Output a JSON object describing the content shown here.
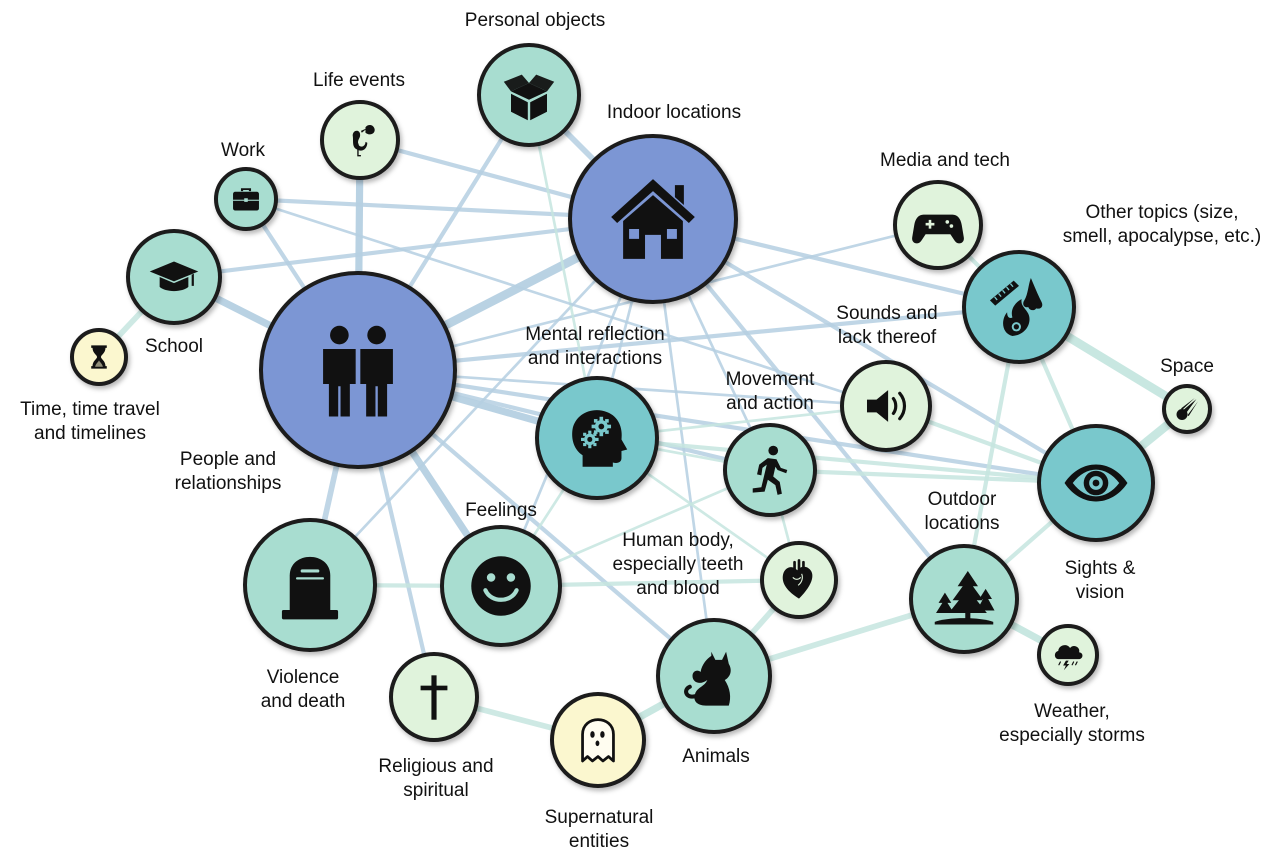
{
  "palette": {
    "blue": "#7b96d4",
    "teal": "#79c8cc",
    "mint": "#a8ddd0",
    "pale": "#e0f3dc",
    "cream": "#fbf7cf",
    "link_blue": "#b6d0e2",
    "link_teal": "#c6e6e0"
  },
  "nodes": [
    {
      "id": "people",
      "icon": "couple-icon",
      "color": "blue",
      "label": [
        "People and",
        "relationships"
      ]
    },
    {
      "id": "indoor",
      "icon": "house-icon",
      "color": "blue",
      "label": [
        "Indoor locations"
      ]
    },
    {
      "id": "personal",
      "icon": "box-icon",
      "color": "mint",
      "label": [
        "Personal objects"
      ]
    },
    {
      "id": "life",
      "icon": "stork-icon",
      "color": "pale",
      "label": [
        "Life events"
      ]
    },
    {
      "id": "work",
      "icon": "briefcase-icon",
      "color": "mint",
      "label": [
        "Work"
      ]
    },
    {
      "id": "school",
      "icon": "graduation-cap-icon",
      "color": "mint",
      "label": [
        "School"
      ]
    },
    {
      "id": "time",
      "icon": "hourglass-icon",
      "color": "cream",
      "label": [
        "Time, time travel",
        "and timelines"
      ]
    },
    {
      "id": "mental",
      "icon": "head-gears-icon",
      "color": "teal",
      "label": [
        "Mental reflection",
        "and interactions"
      ]
    },
    {
      "id": "media",
      "icon": "gamepad-icon",
      "color": "pale",
      "label": [
        "Media and tech"
      ]
    },
    {
      "id": "other",
      "icon": "ruler-nose-fire-icon",
      "color": "teal",
      "label": [
        "Other topics (size,",
        "smell, apocalypse, etc.)"
      ]
    },
    {
      "id": "sounds",
      "icon": "speaker-icon",
      "color": "pale",
      "label": [
        "Sounds and",
        "lack thereof"
      ]
    },
    {
      "id": "space",
      "icon": "comet-icon",
      "color": "pale",
      "label": [
        "Space"
      ]
    },
    {
      "id": "movement",
      "icon": "walking-person-icon",
      "color": "mint",
      "label": [
        "Movement",
        "and action"
      ]
    },
    {
      "id": "sights",
      "icon": "eye-icon",
      "color": "teal",
      "label": [
        "Sights &",
        "vision"
      ]
    },
    {
      "id": "feelings",
      "icon": "smiley-icon",
      "color": "mint",
      "label": [
        "Feelings"
      ]
    },
    {
      "id": "violence",
      "icon": "tombstone-icon",
      "color": "mint",
      "label": [
        "Violence",
        "and death"
      ]
    },
    {
      "id": "body",
      "icon": "heart-icon",
      "color": "pale",
      "label": [
        "Human body,",
        "especially teeth",
        "and blood"
      ]
    },
    {
      "id": "outdoor",
      "icon": "trees-icon",
      "color": "mint",
      "label": [
        "Outdoor",
        "locations"
      ]
    },
    {
      "id": "weather",
      "icon": "storm-cloud-icon",
      "color": "pale",
      "label": [
        "Weather,",
        "especially storms"
      ]
    },
    {
      "id": "animals",
      "icon": "cat-icon",
      "color": "mint",
      "label": [
        "Animals"
      ]
    },
    {
      "id": "religious",
      "icon": "cross-icon",
      "color": "pale",
      "label": [
        "Religious and",
        "spiritual"
      ]
    },
    {
      "id": "supernatural",
      "icon": "ghost-icon",
      "color": "cream",
      "label": [
        "Supernatural",
        "entities"
      ]
    }
  ],
  "links": [
    {
      "a": "people",
      "b": "indoor",
      "tone": "blue",
      "strength": 5
    },
    {
      "a": "people",
      "b": "life",
      "tone": "blue",
      "strength": 4
    },
    {
      "a": "people",
      "b": "school",
      "tone": "blue",
      "strength": 4
    },
    {
      "a": "people",
      "b": "mental",
      "tone": "blue",
      "strength": 4
    },
    {
      "a": "people",
      "b": "feelings",
      "tone": "blue",
      "strength": 4
    },
    {
      "a": "people",
      "b": "violence",
      "tone": "blue",
      "strength": 3
    },
    {
      "a": "people",
      "b": "work",
      "tone": "blue",
      "strength": 2
    },
    {
      "a": "people",
      "b": "personal",
      "tone": "blue",
      "strength": 2
    },
    {
      "a": "people",
      "b": "religious",
      "tone": "blue",
      "strength": 2
    },
    {
      "a": "people",
      "b": "animals",
      "tone": "blue",
      "strength": 2
    },
    {
      "a": "people",
      "b": "sights",
      "tone": "blue",
      "strength": 2
    },
    {
      "a": "people",
      "b": "other",
      "tone": "blue",
      "strength": 2
    },
    {
      "a": "people",
      "b": "movement",
      "tone": "blue",
      "strength": 2
    },
    {
      "a": "people",
      "b": "media",
      "tone": "blue",
      "strength": 1
    },
    {
      "a": "people",
      "b": "sounds",
      "tone": "blue",
      "strength": 1
    },
    {
      "a": "indoor",
      "b": "school",
      "tone": "blue",
      "strength": 2
    },
    {
      "a": "indoor",
      "b": "work",
      "tone": "blue",
      "strength": 2
    },
    {
      "a": "indoor",
      "b": "life",
      "tone": "blue",
      "strength": 2
    },
    {
      "a": "indoor",
      "b": "personal",
      "tone": "blue",
      "strength": 3
    },
    {
      "a": "indoor",
      "b": "sights",
      "tone": "blue",
      "strength": 2
    },
    {
      "a": "indoor",
      "b": "other",
      "tone": "blue",
      "strength": 2
    },
    {
      "a": "indoor",
      "b": "outdoor",
      "tone": "blue",
      "strength": 2
    },
    {
      "a": "indoor",
      "b": "animals",
      "tone": "blue",
      "strength": 1
    },
    {
      "a": "indoor",
      "b": "feelings",
      "tone": "blue",
      "strength": 1
    },
    {
      "a": "indoor",
      "b": "violence",
      "tone": "blue",
      "strength": 1
    },
    {
      "a": "indoor",
      "b": "mental",
      "tone": "blue",
      "strength": 1
    },
    {
      "a": "indoor",
      "b": "movement",
      "tone": "blue",
      "strength": 1
    },
    {
      "a": "personal",
      "b": "mental",
      "tone": "teal",
      "strength": 1
    },
    {
      "a": "work",
      "b": "sounds",
      "tone": "blue",
      "strength": 1
    },
    {
      "a": "mental",
      "b": "sights",
      "tone": "teal",
      "strength": 2
    },
    {
      "a": "mental",
      "b": "sounds",
      "tone": "teal",
      "strength": 1
    },
    {
      "a": "mental",
      "b": "movement",
      "tone": "teal",
      "strength": 1
    },
    {
      "a": "mental",
      "b": "feelings",
      "tone": "teal",
      "strength": 1
    },
    {
      "a": "mental",
      "b": "body",
      "tone": "teal",
      "strength": 1
    },
    {
      "a": "movement",
      "b": "sights",
      "tone": "teal",
      "strength": 2
    },
    {
      "a": "movement",
      "b": "body",
      "tone": "teal",
      "strength": 1
    },
    {
      "a": "movement",
      "b": "feelings",
      "tone": "teal",
      "strength": 1
    },
    {
      "a": "feelings",
      "b": "violence",
      "tone": "teal",
      "strength": 2
    },
    {
      "a": "feelings",
      "b": "body",
      "tone": "teal",
      "strength": 2
    },
    {
      "a": "body",
      "b": "animals",
      "tone": "teal",
      "strength": 3
    },
    {
      "a": "animals",
      "b": "outdoor",
      "tone": "teal",
      "strength": 3
    },
    {
      "a": "animals",
      "b": "supernatural",
      "tone": "teal",
      "strength": 4
    },
    {
      "a": "supernatural",
      "b": "religious",
      "tone": "teal",
      "strength": 3
    },
    {
      "a": "outdoor",
      "b": "weather",
      "tone": "teal",
      "strength": 4
    },
    {
      "a": "outdoor",
      "b": "sights",
      "tone": "teal",
      "strength": 2
    },
    {
      "a": "outdoor",
      "b": "other",
      "tone": "teal",
      "strength": 2
    },
    {
      "a": "sights",
      "b": "space",
      "tone": "teal",
      "strength": 5
    },
    {
      "a": "sights",
      "b": "sounds",
      "tone": "teal",
      "strength": 2
    },
    {
      "a": "sights",
      "b": "other",
      "tone": "teal",
      "strength": 2
    },
    {
      "a": "other",
      "b": "space",
      "tone": "teal",
      "strength": 5
    },
    {
      "a": "other",
      "b": "media",
      "tone": "teal",
      "strength": 2
    },
    {
      "a": "school",
      "b": "time",
      "tone": "teal",
      "strength": 3
    }
  ]
}
